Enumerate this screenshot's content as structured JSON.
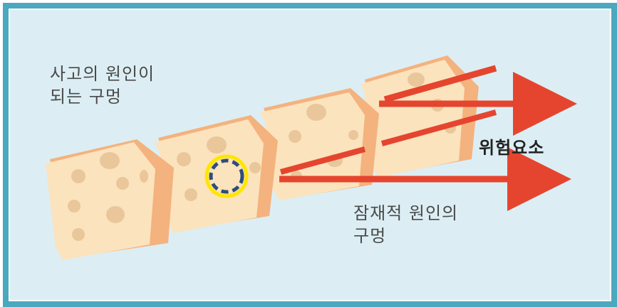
{
  "diagram": {
    "label_accident_holes": "사고의 원인이\n되는 구멍",
    "label_hazard": "위험요소",
    "label_latent_holes": "잠재적 원인의\n구멍"
  },
  "colors": {
    "frame_border": "#4aa8bf",
    "background": "#dceef4",
    "cheese_face": "#fbe3bd",
    "cheese_side": "#f4b27e",
    "hole": "#e9c79b",
    "arrow": "#e5452e",
    "highlight_ring_outer": "#ffe600",
    "highlight_ring_inner": "#2f4d7a"
  }
}
